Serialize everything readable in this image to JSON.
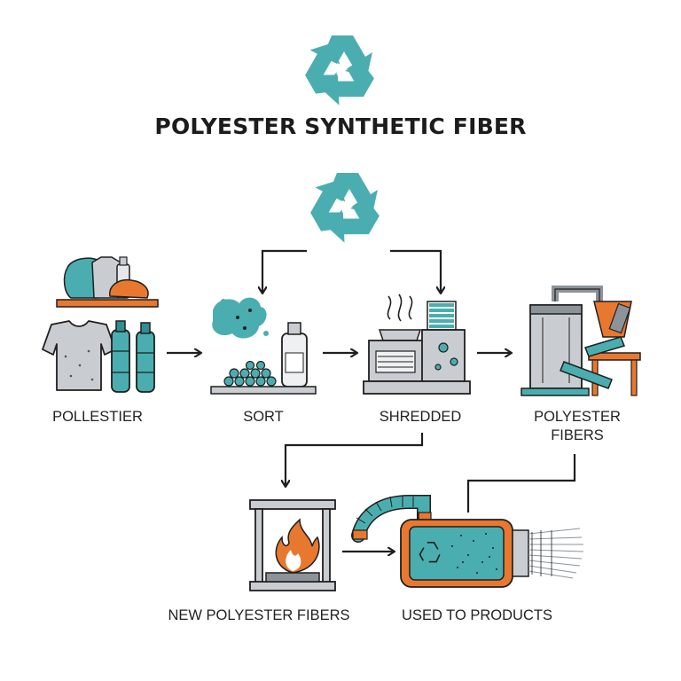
{
  "title": "POLYESTER SYNTHETIC FIBER",
  "steps": {
    "pollestier": {
      "label": "POLLESTIER"
    },
    "sort": {
      "label": "SORT"
    },
    "shredded": {
      "label": "SHREDDED"
    },
    "polyester_fibers": {
      "line1": "POLYESTER",
      "line2": "FIBERS"
    },
    "new_polyester_fibers": {
      "label": "NEW POLYESTER FIBERS"
    },
    "used_to_products": {
      "label": "USED TO PRODUCTS"
    }
  },
  "colors": {
    "teal": "#4aaeb0",
    "teal_dark": "#2f8e92",
    "orange": "#e8782f",
    "gray": "#c9cdd1",
    "gray_dark": "#8c9399",
    "outline": "#1f1f1f"
  },
  "icons": [
    "recycle-icon",
    "shirt-icon",
    "bottle-icon",
    "shredder-icon",
    "furnace-icon",
    "extruder-icon"
  ]
}
